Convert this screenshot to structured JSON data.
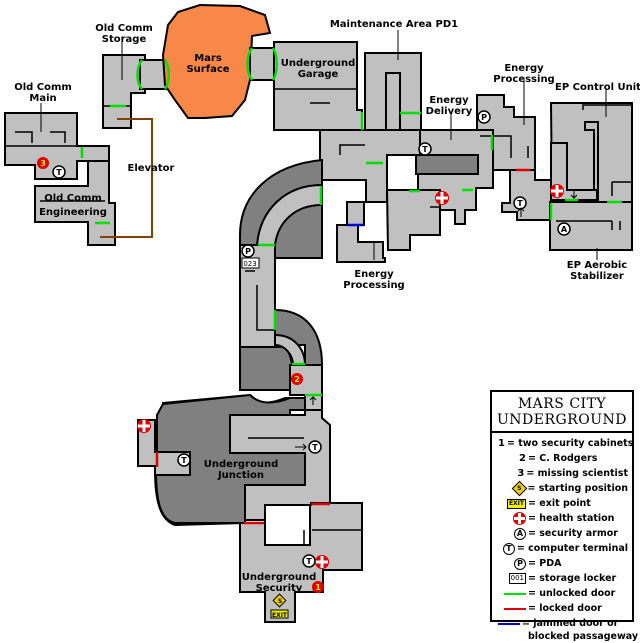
{
  "map": {
    "title_line1": "MARS CITY",
    "title_line2": "UNDERGROUND",
    "colors": {
      "room": "#c0c0c0",
      "dark_area": "#808080",
      "surface": "#f88848",
      "unlocked_door": "#00e000",
      "locked_door": "#e00000",
      "jammed_door": "#0000d0",
      "elevator": "#804000",
      "health": "#e00000",
      "marker": "#e00000",
      "exit": "#f0f000"
    },
    "area_labels": {
      "old_comm_storage": [
        "Old Comm",
        "Storage"
      ],
      "mars_surface": [
        "Mars",
        "Surface"
      ],
      "underground_garage": [
        "Underground",
        "Garage"
      ],
      "maintenance_area": [
        "Maintenance Area PD1"
      ],
      "old_comm_main": [
        "Old Comm",
        "Main"
      ],
      "elevator": [
        "Elevator"
      ],
      "old_comm_engineering": [
        "Old Comm",
        "Engineering"
      ],
      "energy_delivery": [
        "Energy",
        "Delivery"
      ],
      "energy_processing_top": [
        "Energy",
        "Processing"
      ],
      "ep_control_unit": [
        "EP Control Unit"
      ],
      "energy_processing_bottom": [
        "Energy",
        "Processing"
      ],
      "ep_aerobic_stabilizer": [
        "EP Aerobic",
        "Stabilizer"
      ],
      "underground_junction": [
        "Underground",
        "Junction"
      ],
      "underground_security": [
        "Underground",
        "Security"
      ]
    },
    "markers": {
      "m1": "1",
      "m2": "2",
      "m3": "3",
      "terminal": "T",
      "pda": "P",
      "armor": "A",
      "locker_number": "023",
      "exit": "EXIT",
      "start": "S"
    }
  },
  "legend": {
    "items": [
      {
        "key": "1",
        "label": "= two security cabinets"
      },
      {
        "key": "2",
        "label": "= C. Rodgers"
      },
      {
        "key": "3",
        "label": "= missing scientist"
      },
      {
        "key": "starting-position-icon",
        "label": "= starting position"
      },
      {
        "key": "exit-icon",
        "label": "= exit point"
      },
      {
        "key": "health-station-icon",
        "label": "= health station"
      },
      {
        "key": "security-armor-icon",
        "label": "= security armor"
      },
      {
        "key": "computer-terminal-icon",
        "label": "= computer terminal"
      },
      {
        "key": "pda-icon",
        "label": "= PDA"
      },
      {
        "key": "storage-locker-icon",
        "label": "= storage locker"
      },
      {
        "key": "unlocked-door-line",
        "label": "= unlocked door"
      },
      {
        "key": "locked-door-line",
        "label": "= locked door"
      },
      {
        "key": "jammed-door-line",
        "label_line1": "= jammed door or",
        "label_line2": "blocked passageway"
      }
    ],
    "locker_sample": "001",
    "exit_sample": "EXIT",
    "start_sample": "S",
    "health_sample": "",
    "armor_sample": "A",
    "terminal_sample": "T",
    "pda_sample": "P"
  }
}
